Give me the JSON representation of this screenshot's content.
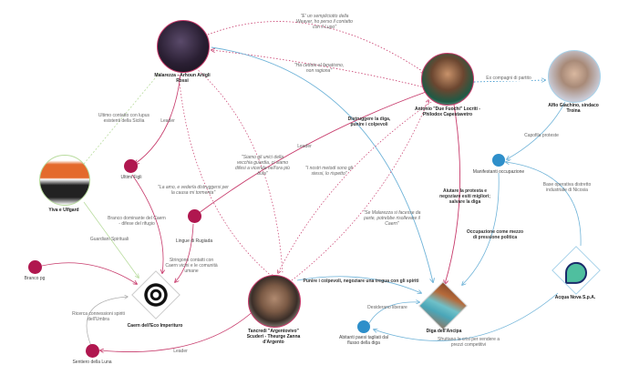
{
  "colors": {
    "magenta": "#b0174f",
    "pink_edge": "#c73a6b",
    "blue_edge": "#6fb3d8",
    "blue_node": "#2e8fca",
    "green_edge": "#b9dc9f",
    "label_gray": "#666666"
  },
  "nodes": [
    {
      "id": "malarezza",
      "label": "Malarezza - Arhoun Artigli Rossi",
      "type": "portrait",
      "icon": "wolf-portrait"
    },
    {
      "id": "antonio",
      "label": "Antonio \"Due Fuochi\" Locriti - Philodox Capestavetro",
      "type": "portrait",
      "icon": "man-portrait"
    },
    {
      "id": "alfio",
      "label": "Alfio Giachino, sindaco Troina",
      "type": "portrait",
      "icon": "old-man-portrait"
    },
    {
      "id": "yiva",
      "label": "Yiva e Ulfgard",
      "type": "emblem",
      "icon": "wolves-emblem"
    },
    {
      "id": "ultimi_figli",
      "label": "Ultimi Figli",
      "type": "dot"
    },
    {
      "id": "lingue_rugiada",
      "label": "Lingue di Rugiada",
      "type": "dot"
    },
    {
      "id": "branco_pg",
      "label": "Branco pg",
      "type": "dot"
    },
    {
      "id": "caern",
      "label": "Caern dell'Eco Imperituro",
      "type": "diamond",
      "icon": "spiral-emblem"
    },
    {
      "id": "sentiero",
      "label": "Sentiero della Luna",
      "type": "dot"
    },
    {
      "id": "tancredi",
      "label": "Tancredi \"Argentovivo\" Scuderi - Theurge Zanna d'Argento",
      "type": "portrait",
      "icon": "bearded-man-portrait"
    },
    {
      "id": "manifestanti",
      "label": "Manifestanti occupazione",
      "type": "dot"
    },
    {
      "id": "abitanti",
      "label": "Abitanti paesi tagliati dal flusso della diga",
      "type": "dot"
    },
    {
      "id": "diga",
      "label": "Diga dell'Ancipa",
      "type": "diamond",
      "icon": "dam-image"
    },
    {
      "id": "acqua",
      "label": "Acqua Nova S.p.A.",
      "type": "diamond",
      "icon": "water-drop-logo"
    }
  ],
  "edge_labels": [
    {
      "text": "\"E' un sempliciotto della Weaver, ho perso il contatto con il Lupo\"",
      "style": "italic"
    },
    {
      "text": "\"Ha ceduto al fanatismo, non ragiona\"",
      "style": "italic"
    },
    {
      "text": "Ex compagni di partito",
      "style": "normal"
    },
    {
      "text": "Ultimo contatto con lupus esistenti della Sicilia",
      "style": "normal"
    },
    {
      "text": "Leader",
      "style": "normal"
    },
    {
      "text": "Distruggere la diga, punire i colpevoli",
      "style": "bold"
    },
    {
      "text": "Capofila proteste",
      "style": "normal"
    },
    {
      "text": "Leader",
      "style": "normal"
    },
    {
      "text": "\"Siamo gli unici della vecchia guardia, ci siamo difesi a vicenda nell'ora più buia\"",
      "style": "italic"
    },
    {
      "text": "\"I nostri metodi sono gli stessi, lo rispetto\"",
      "style": "italic"
    },
    {
      "text": "\"La amo, e vederla distruggersi per la causa mi tormenta\"",
      "style": "italic"
    },
    {
      "text": "Branco dominante del Caern - difese del rifugio",
      "style": "normal"
    },
    {
      "text": "Aiutare la protesta e negoziare esiti migliori; salvare la diga",
      "style": "bold"
    },
    {
      "text": "Base operativa distretto industriale di Nicosia",
      "style": "normal"
    },
    {
      "text": "\"Se Malarezza si facesse da parte, potrebbe risollevare il Caern\"",
      "style": "italic"
    },
    {
      "text": "Occupazione come mezzo di pressione politica",
      "style": "bold"
    },
    {
      "text": "Guardiani Spirituali",
      "style": "normal"
    },
    {
      "text": "Stringono contatti con Caern vicini e le comunità umane",
      "style": "normal"
    },
    {
      "text": "Punire i colpevoli, negoziare una tregua con gli spiriti",
      "style": "bold"
    },
    {
      "text": "Desiderano liberare",
      "style": "normal"
    },
    {
      "text": "Ricerca connessioni spiriti dell'Umbra",
      "style": "normal"
    },
    {
      "text": "Sfruttano la crisi per vendere a prezzi competitivi",
      "style": "normal"
    },
    {
      "text": "Leader",
      "style": "normal"
    }
  ]
}
